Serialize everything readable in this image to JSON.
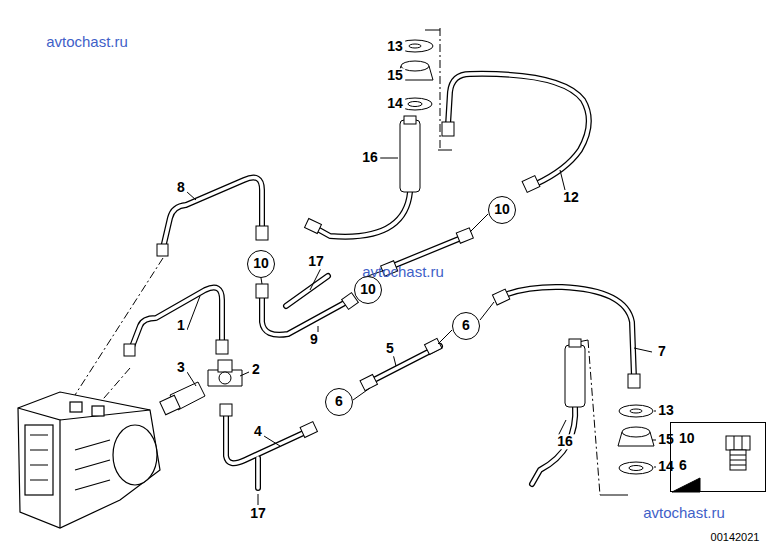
{
  "diagram": {
    "nodes": [
      {
        "text": [
          "10"
        ]
      },
      {
        "text": [
          "10"
        ]
      },
      {
        "text": [
          "10"
        ]
      },
      {
        "text": [
          "6"
        ]
      },
      {
        "text": [
          "6"
        ]
      },
      {
        "text": [
          "10",
          "6"
        ]
      }
    ],
    "labels": [
      "avtochast.ru",
      "13",
      "15",
      "14",
      "16",
      "8",
      "12",
      "17",
      "avtochast.ru",
      "1",
      "9",
      "5",
      "7",
      "3",
      "2",
      "13",
      "4",
      "16",
      "15",
      "14",
      "avtochast.ru",
      "17",
      "00142021"
    ]
  }
}
